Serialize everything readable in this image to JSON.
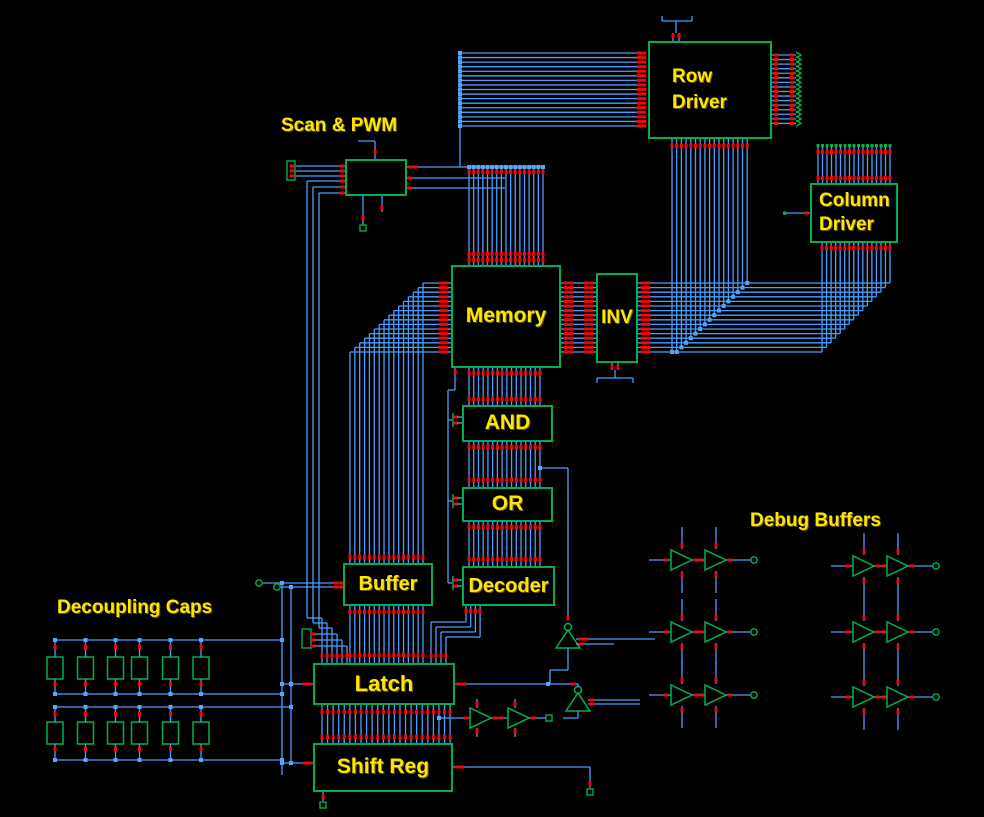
{
  "titles": {
    "scan_pwm": "Scan & PWM",
    "debug_buffers": "Debug Buffers",
    "decoupling_caps": "Decoupling Caps"
  },
  "blocks": {
    "row_driver": "Row Driver",
    "column_driver": "Column Driver",
    "memory": "Memory",
    "inv": "INV",
    "and": "AND",
    "or": "OR",
    "decoder": "Decoder",
    "buffer": "Buffer",
    "latch": "Latch",
    "shift_reg": "Shift Reg"
  },
  "colors": {
    "background": "#000000",
    "wire": "#4A9EFF",
    "component_green": "#00B050",
    "pin_red": "#FF0000",
    "junction_blue": "#55AAFF",
    "label_yellow": "#FFE600"
  }
}
